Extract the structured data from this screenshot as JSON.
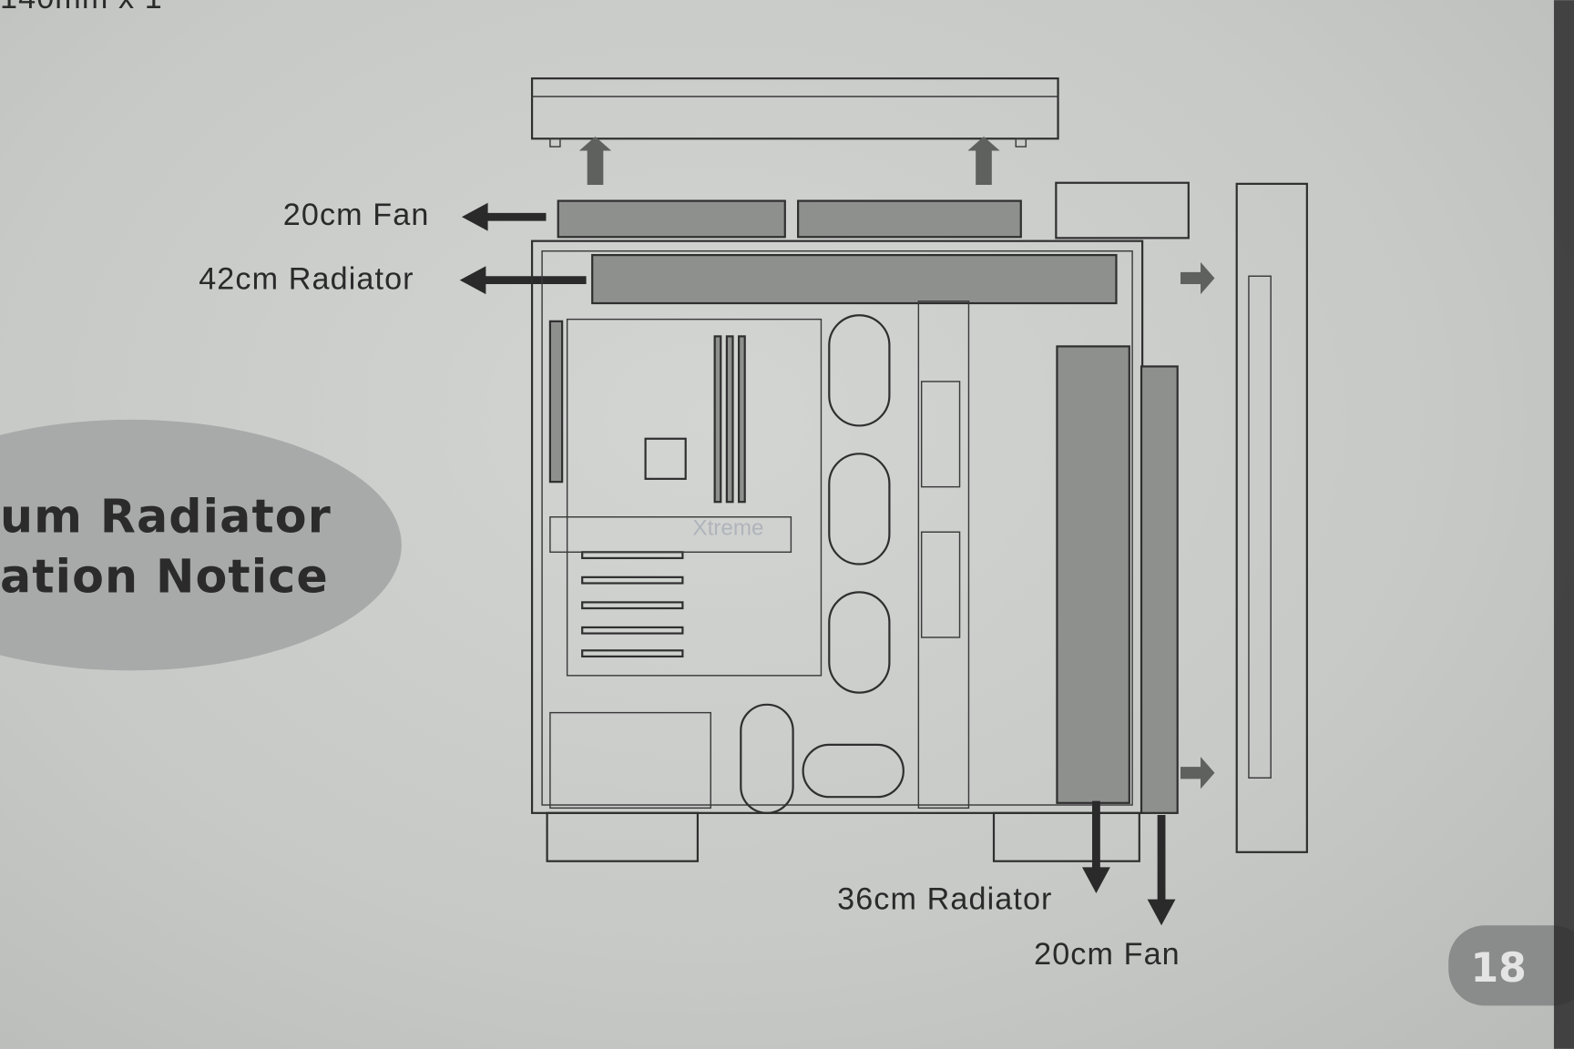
{
  "page": {
    "top_text_fragment": "140mm x 1",
    "section_title": [
      "um Radiator",
      "ation Notice"
    ],
    "page_number": "18"
  },
  "diagram": {
    "labels": {
      "top_fan": "20cm Fan",
      "top_radiator": "42cm Radiator",
      "bottom_radiator": "36cm Radiator",
      "bottom_fan": "20cm Fan"
    }
  },
  "colors": {
    "paper": "#c8cac8",
    "ellipse": "#a8aaa9",
    "ink": "#2a2a2a",
    "badge": "#8a8c8b"
  }
}
